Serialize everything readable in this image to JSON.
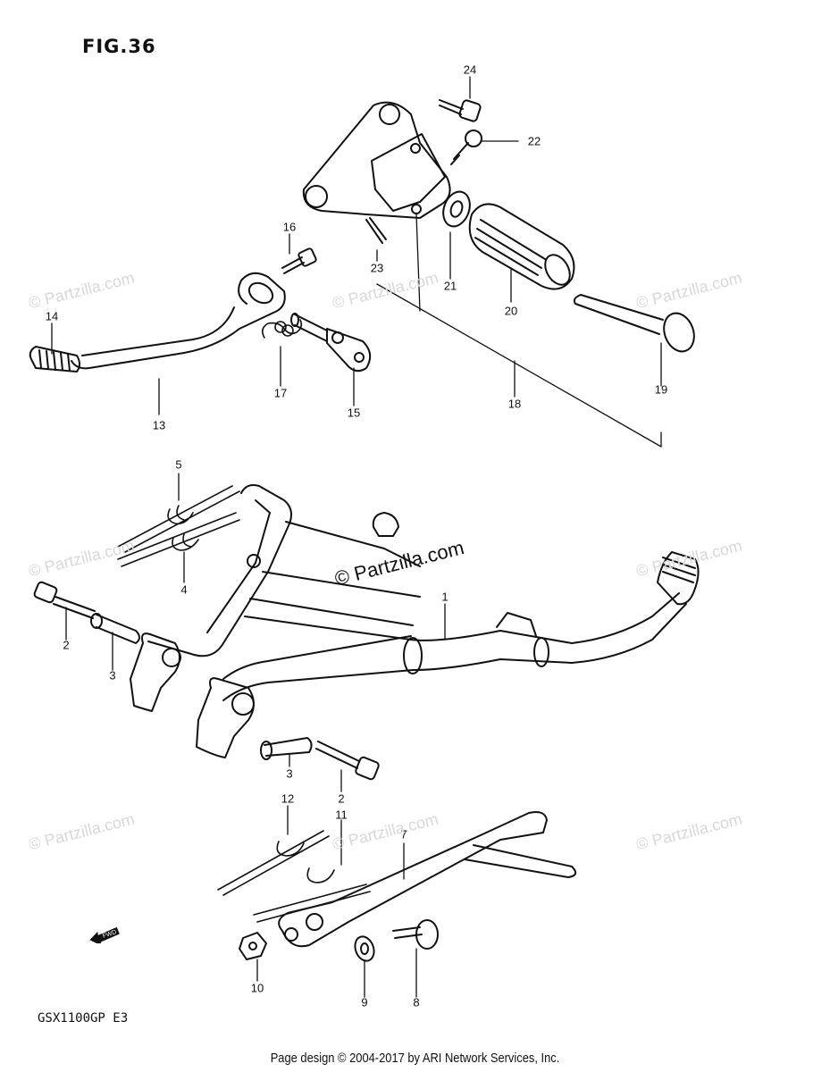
{
  "figure": {
    "title": "FIG.36",
    "model_code": "GSX1100GP  E3"
  },
  "footer": {
    "text": "Page design © 2004-2017 by ARI Network Services, Inc."
  },
  "watermark": {
    "text": "© Partzilla.com",
    "main_text": "© Partzilla.com"
  },
  "fwd_label": "FWD",
  "callouts": [
    "24",
    "22",
    "16",
    "23",
    "21",
    "20",
    "14",
    "13",
    "17",
    "15",
    "18",
    "19",
    "5",
    "4",
    "1",
    "2",
    "3",
    "3",
    "2",
    "12",
    "11",
    "7",
    "10",
    "9",
    "8"
  ],
  "colors": {
    "line": "#111111",
    "watermark": "#d8d8d8"
  }
}
